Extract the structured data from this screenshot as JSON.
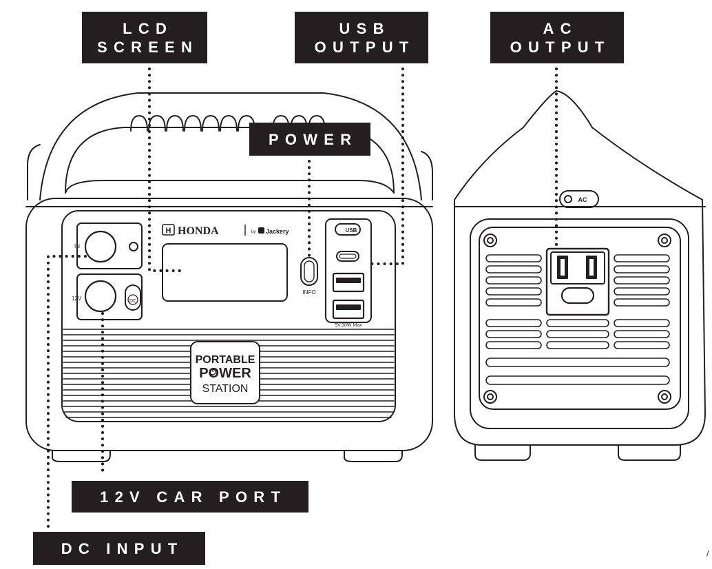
{
  "callouts": {
    "lcd_screen": [
      "LCD",
      "SCREEN"
    ],
    "usb_output": [
      "USB",
      "OUTPUT"
    ],
    "ac_output": [
      "AC",
      "OUTPUT"
    ],
    "power": "POWER",
    "car_port": "12V CAR PORT",
    "dc_input": "DC INPUT"
  },
  "device_front": {
    "brand": "HONDA",
    "brand_mark": "H",
    "by_text": "by",
    "partner": "Jackery",
    "in_label": "IN",
    "v12_label": "12V",
    "dc_label": "DC",
    "info_label": "INFO",
    "usb_label": "USB",
    "usb_spec": "5V,30W Max",
    "badge_lines": [
      "PORTABLE",
      "POWER",
      "STATION"
    ]
  },
  "device_side": {
    "ac_label": "AC"
  },
  "corner_mark": "/",
  "colors": {
    "ink": "#231f20",
    "paper": "#ffffff"
  },
  "icons": [
    "power-glyph-icon",
    "jackery-logo-icon",
    "honda-logo-icon"
  ]
}
